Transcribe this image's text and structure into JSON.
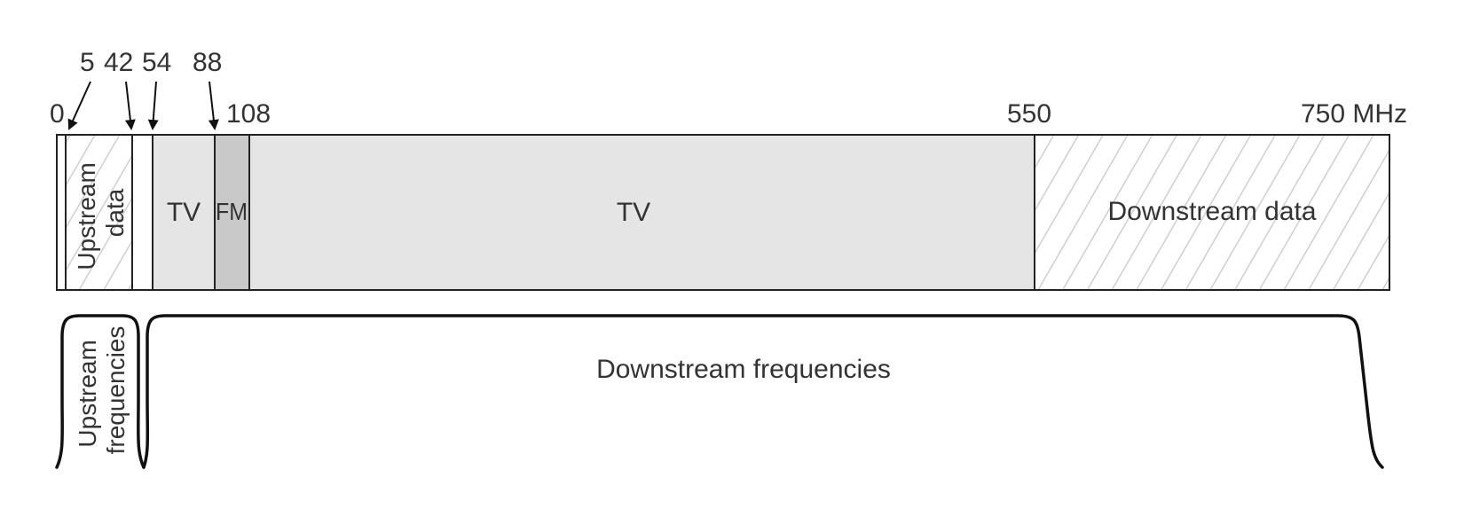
{
  "diagram": {
    "axis": {
      "labels": {
        "zero": "0",
        "f5": "5",
        "f42": "42",
        "f54": "54",
        "f88": "88",
        "f108": "108",
        "f550": "550",
        "f750": "750 MHz"
      }
    },
    "bands": [
      {
        "id": "guard",
        "label": "",
        "from": 0,
        "to": 5,
        "fill": "#ffffff",
        "hatched": false
      },
      {
        "id": "upstream-data",
        "label": "Upstream\ndata",
        "from": 5,
        "to": 42,
        "fill": "#ffffff",
        "hatched": true,
        "orientation": "vertical"
      },
      {
        "id": "gap",
        "label": "",
        "from": 42,
        "to": 54,
        "fill": "#ffffff",
        "hatched": false
      },
      {
        "id": "tv-low",
        "label": "TV",
        "from": 54,
        "to": 88,
        "fill": "#e5e5e5",
        "hatched": false
      },
      {
        "id": "fm",
        "label": "FM",
        "from": 88,
        "to": 108,
        "fill": "#c9c9c9",
        "hatched": false
      },
      {
        "id": "tv-high",
        "label": "TV",
        "from": 108,
        "to": 550,
        "fill": "#e5e5e5",
        "hatched": false
      },
      {
        "id": "downstream-data",
        "label": "Downstream data",
        "from": 550,
        "to": 750,
        "fill": "#ffffff",
        "hatched": true
      }
    ],
    "braces": {
      "upstream": {
        "label": "Upstream\nfrequencies"
      },
      "downstream": {
        "label": "Downstream frequencies"
      }
    },
    "colors": {
      "hatch": "#cfcfcf",
      "outline": "#222222",
      "text": "#333333"
    }
  }
}
